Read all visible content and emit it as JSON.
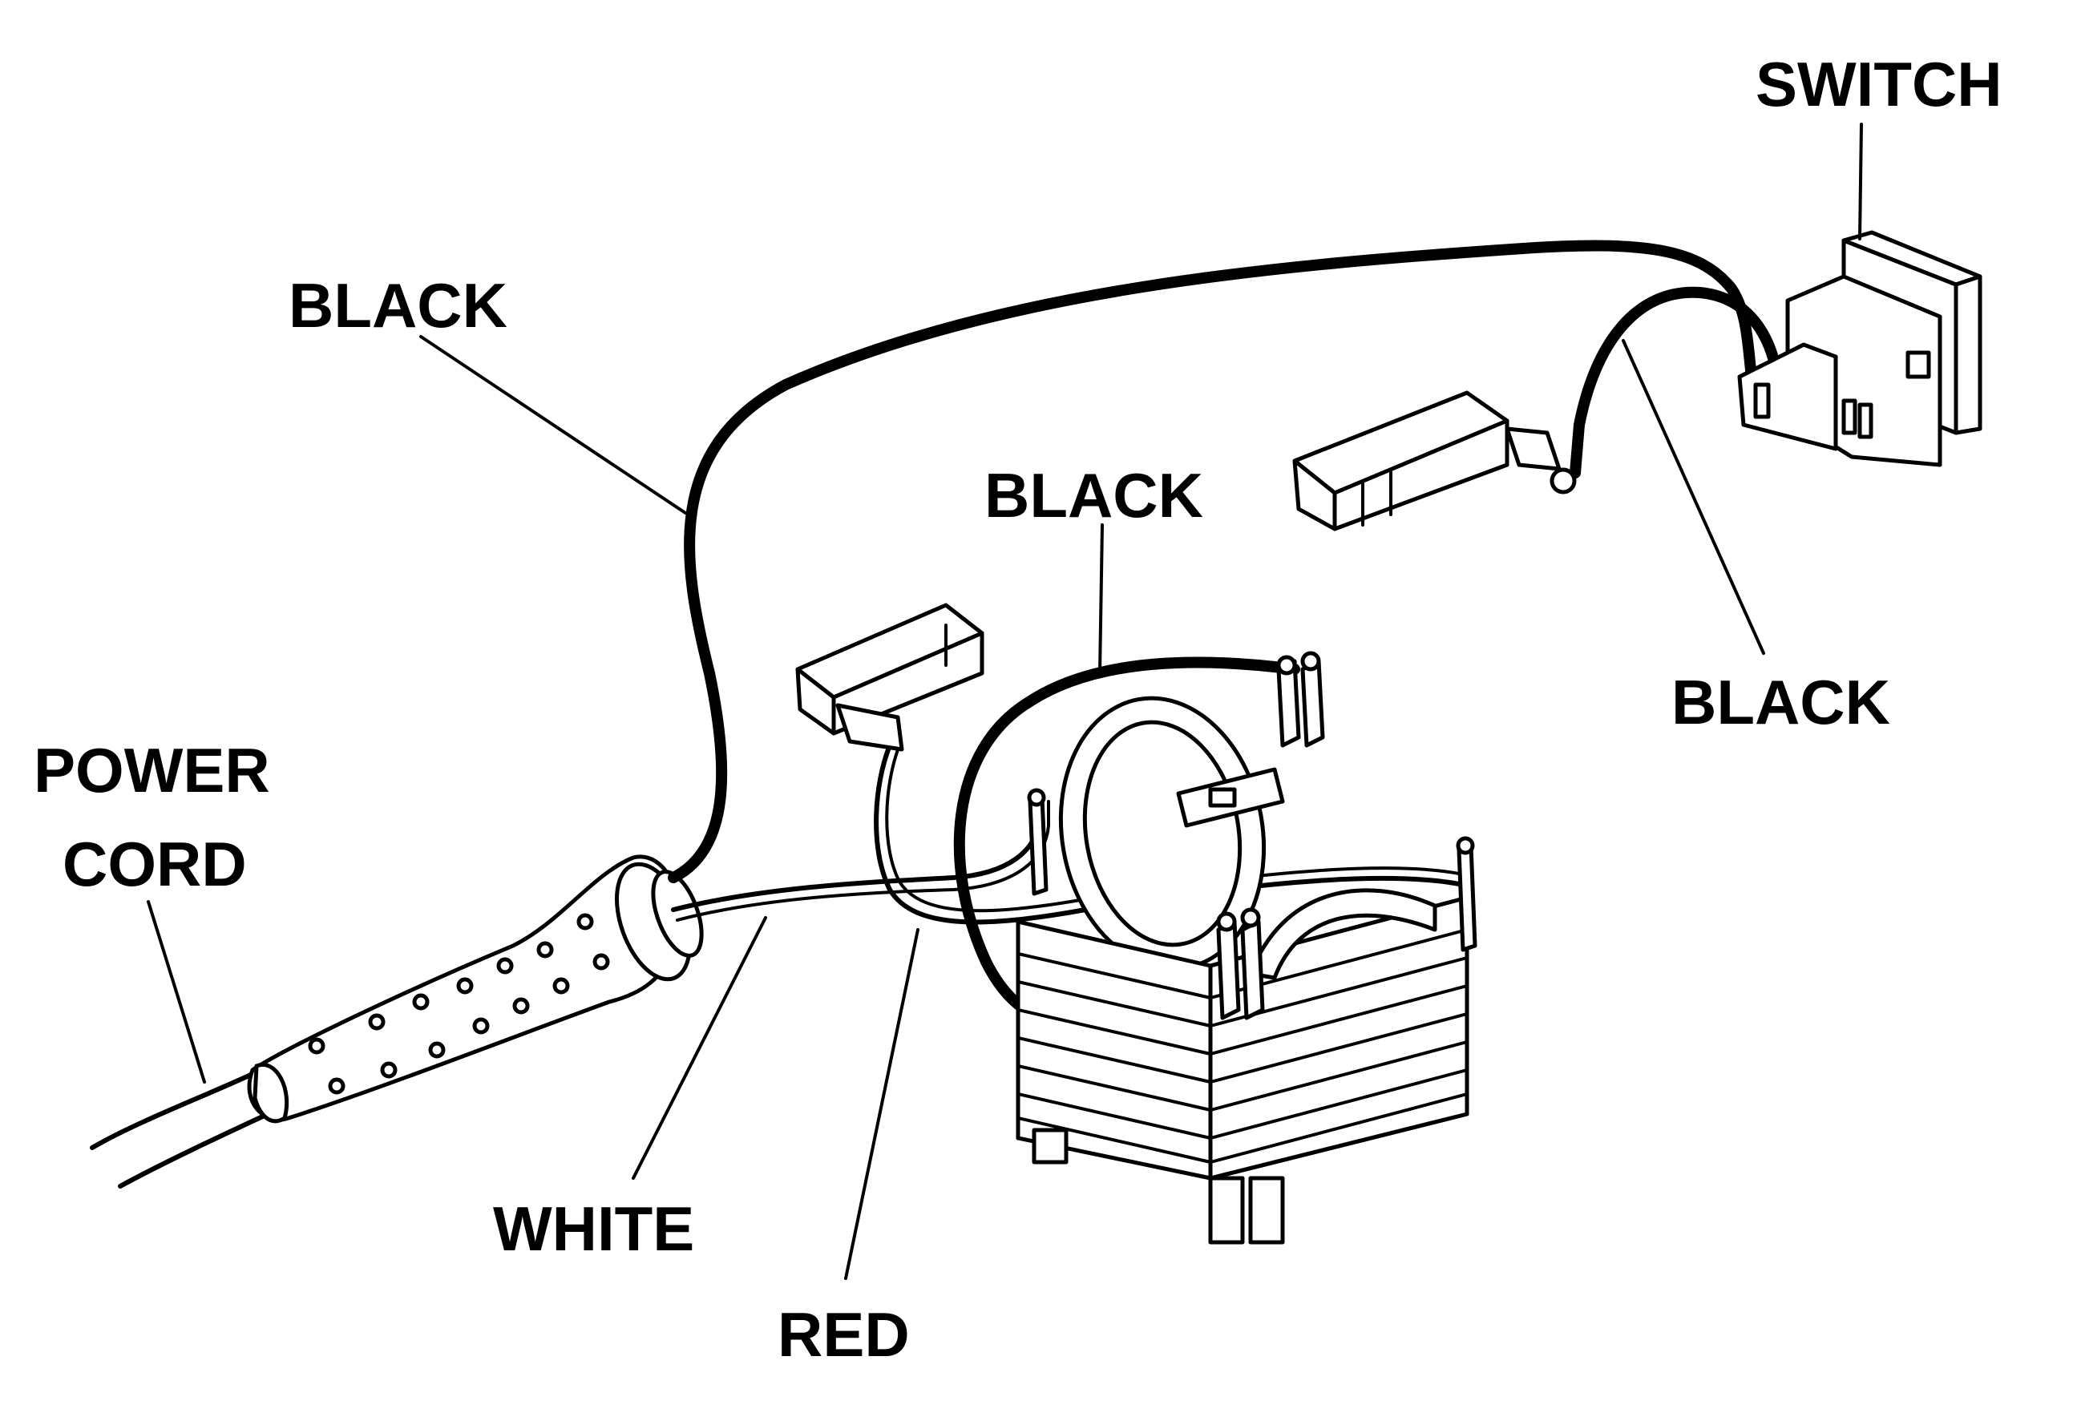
{
  "labels": {
    "switch": "SWITCH",
    "black_top": "BLACK",
    "black_middle": "BLACK",
    "black_right": "BLACK",
    "power_cord_line1": "POWER",
    "power_cord_line2": "CORD",
    "white": "WHITE",
    "red": "RED"
  },
  "colors": {
    "ink": "#000000",
    "background": "#ffffff"
  }
}
